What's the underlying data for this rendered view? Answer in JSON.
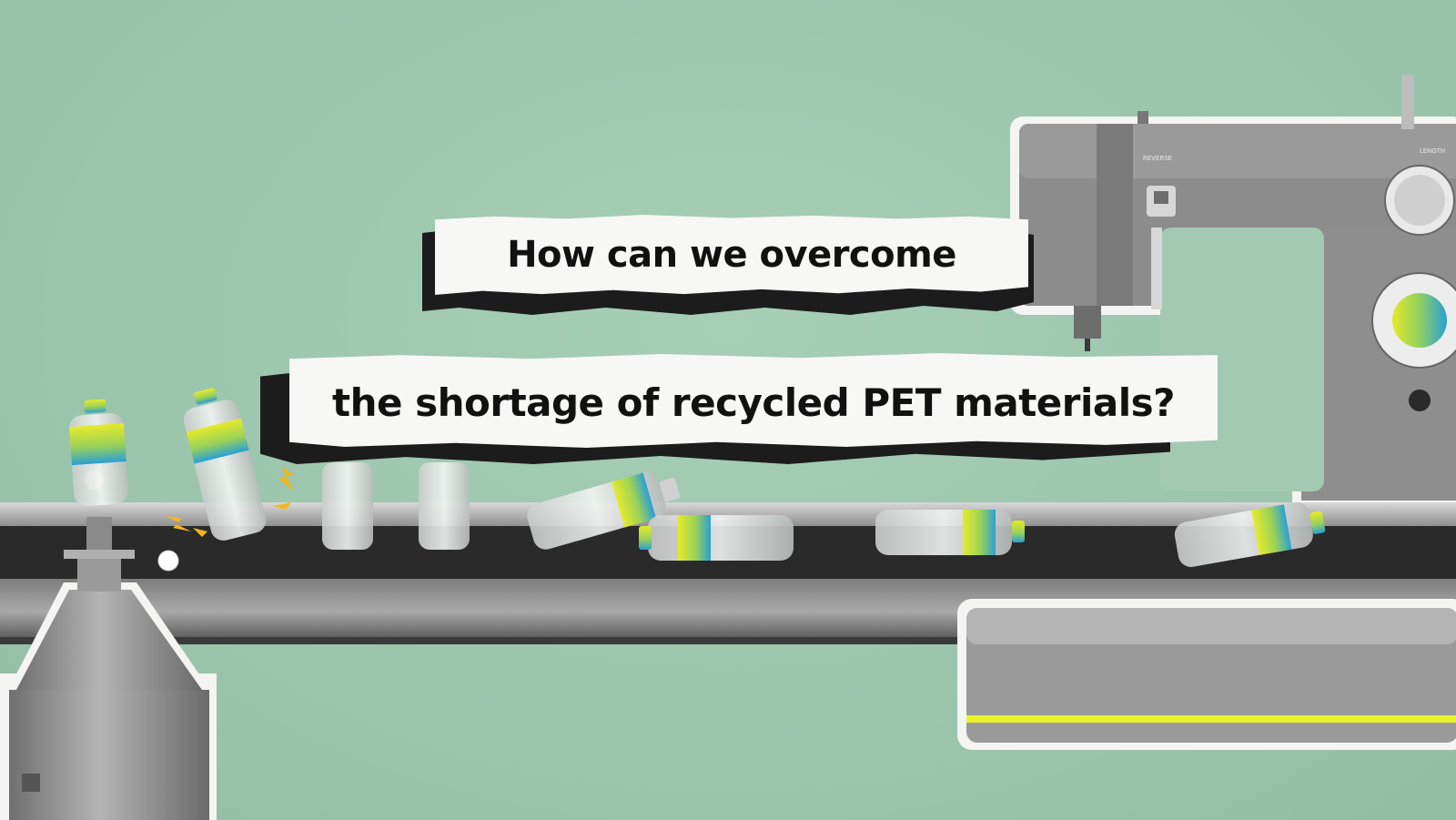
{
  "caption": {
    "line1": "How can we overcome",
    "line2": "the shortage of recycled PET materials?"
  },
  "sewing_machine": {
    "reverse_label": "REVERSE",
    "length_label": "LENGTH"
  },
  "colors": {
    "background": "#9cc5ad",
    "belt": "#2a2a2a",
    "metal": "#8f8f8f",
    "label_yellow": "#e6ea2a",
    "label_blue": "#2a9fd6",
    "paper": "#f7f7f5"
  },
  "icons": [
    "bottle-icon",
    "sewing-machine-icon",
    "centrifuge-icon",
    "conveyor-belt-icon",
    "spark-icon"
  ]
}
